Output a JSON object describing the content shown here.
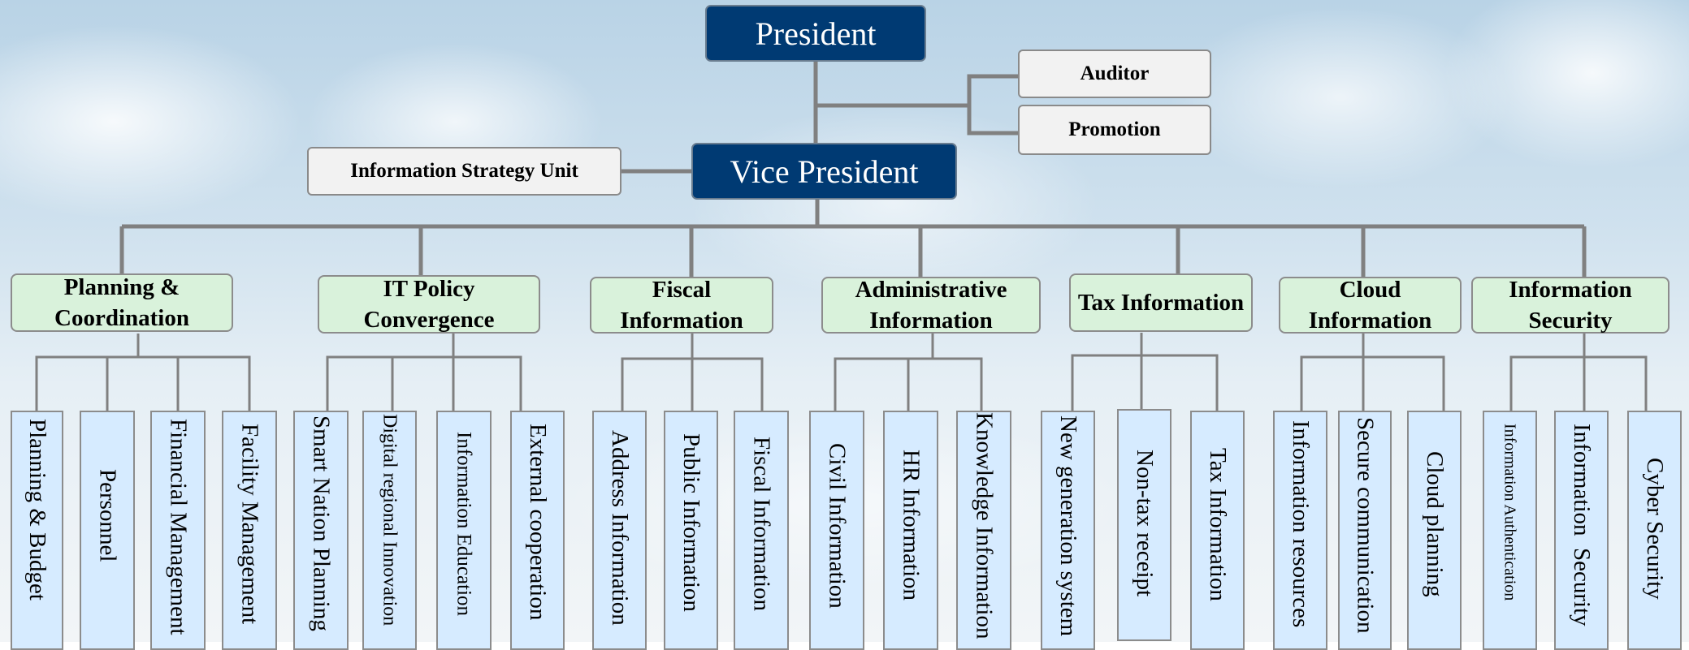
{
  "president": "President",
  "vice_president": "Vice President",
  "side_units": {
    "auditor": "Auditor",
    "promotion": "Promotion",
    "strategy": "Information Strategy Unit"
  },
  "departments": [
    {
      "name": "Planning & Coordination",
      "units": [
        "Planning & Budget",
        "Personnel",
        "Financial Management",
        "Facility Management"
      ]
    },
    {
      "name": "IT Policy Convergence",
      "units": [
        "Smart Nation Planning",
        "Digital regional Innovation",
        "Information Education",
        "External cooperation"
      ]
    },
    {
      "name": "Fiscal Information",
      "units": [
        "Address Information",
        "Public Information",
        "Fiscal Information"
      ]
    },
    {
      "name": "Administrative Information",
      "units": [
        "Civil Information",
        "HR Information",
        "Knowledge Information"
      ]
    },
    {
      "name": "Tax Information",
      "units": [
        "New generation system",
        "Non-tax receipt",
        "Tax Information"
      ]
    },
    {
      "name": "Cloud Information",
      "units": [
        "Information resources",
        "Secure communication",
        "Cloud planning"
      ]
    },
    {
      "name": "Information Security",
      "units": [
        "Information Authentication",
        "Information  Security",
        "Cyber Security"
      ]
    }
  ],
  "colors": {
    "executive_fill": "#003a73",
    "department_fill": "#d9f2db",
    "unit_fill": "#d6ebff",
    "connector": "#808080"
  }
}
